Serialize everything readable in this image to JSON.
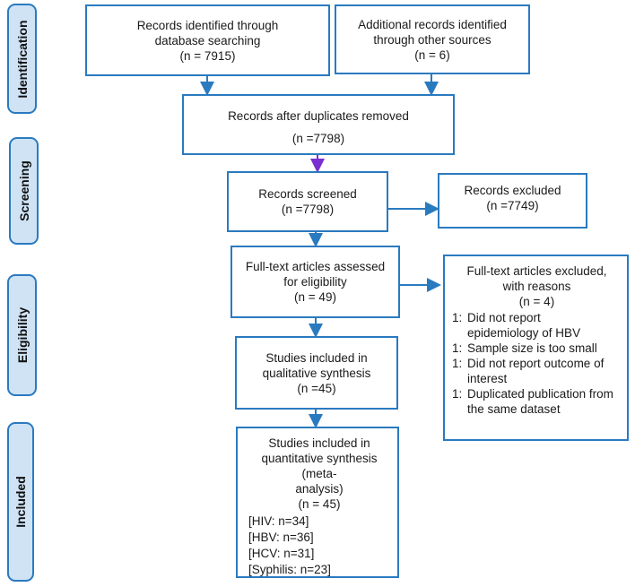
{
  "phases": [
    {
      "label": "Identification"
    },
    {
      "label": "Screening"
    },
    {
      "label": "Eligibility"
    },
    {
      "label": "Included"
    }
  ],
  "boxes": {
    "identified_db": {
      "lines": [
        "Records identified through",
        "database searching",
        "(n = 7915)"
      ]
    },
    "identified_other": {
      "lines": [
        "Additional records identified",
        "through other sources",
        "(n = 6)"
      ]
    },
    "after_duplicates": {
      "lines": [
        "Records after duplicates removed",
        "(n =7798)"
      ]
    },
    "screened": {
      "lines": [
        "Records screened",
        "(n =7798)"
      ]
    },
    "excluded": {
      "lines": [
        "Records excluded",
        "(n =7749)"
      ]
    },
    "fulltext": {
      "lines": [
        "Full-text articles assessed",
        "for eligibility",
        "(n = 49)"
      ]
    },
    "fulltext_excluded": {
      "header": [
        "Full-text articles excluded,",
        "with reasons",
        "(n = 4)"
      ],
      "reasons": [
        {
          "num": "1:",
          "text": "Did not report epidemiology of HBV"
        },
        {
          "num": "1:",
          "text": "Sample size is too small"
        },
        {
          "num": "1:",
          "text": "Did not report outcome of interest"
        },
        {
          "num": "1:",
          "text": "Duplicated publication from the same dataset"
        }
      ]
    },
    "qualitative": {
      "lines": [
        "Studies included in",
        "qualitative synthesis",
        "(n =45)"
      ]
    },
    "quantitative": {
      "lines": [
        "Studies included in",
        "quantitative synthesis (meta-",
        "analysis)",
        "(n = 45)"
      ],
      "breakdown": [
        "[HIV: n=34]",
        "[HBV: n=36]",
        "[HCV: n=31]",
        "[Syphilis: n=23]"
      ]
    }
  },
  "colors": {
    "border": "#2a7ac0",
    "phase_fill": "#cfe3f5",
    "arrow": "#2a7ac0",
    "accent_arrow": "#7b2fd0"
  }
}
